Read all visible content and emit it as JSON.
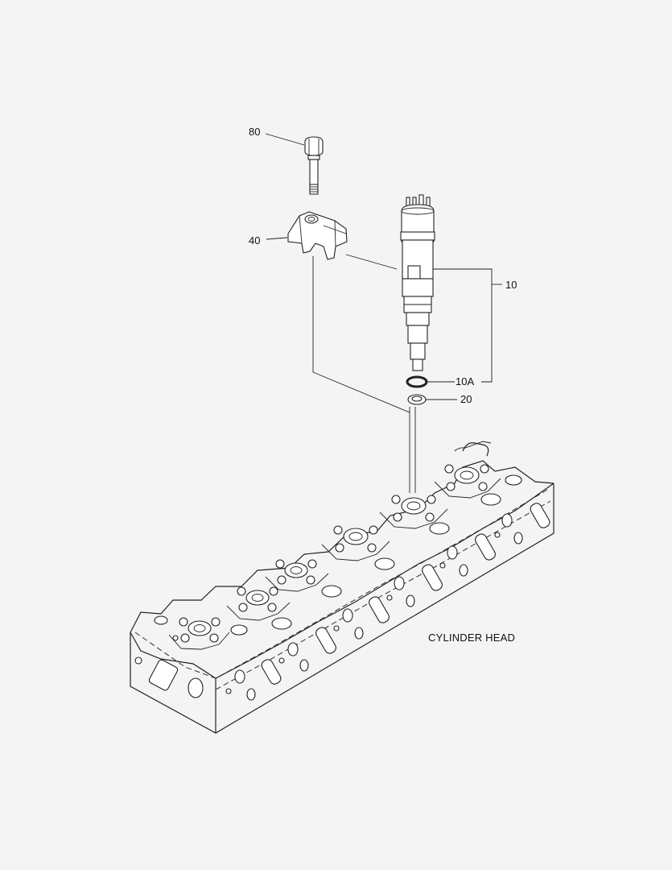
{
  "callouts": {
    "c80": "80",
    "c40": "40",
    "c10": "10",
    "c10A": "10A",
    "c20": "20"
  },
  "caption": "CYLINDER HEAD"
}
